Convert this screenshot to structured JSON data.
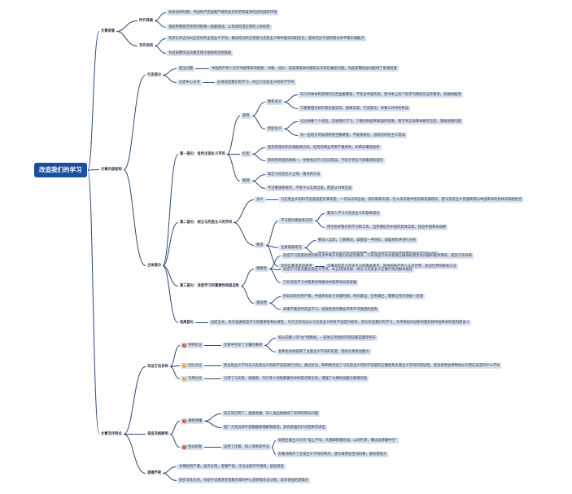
{
  "root": "改造我们的学习",
  "colors": {
    "edge": "#2d4a72",
    "root_bg": "#1b4f9c",
    "node_bg": "#d6e0ee",
    "badge_red": "#e0413a",
    "badge_orange": "#f0a030"
  },
  "l1": {
    "background": "文章背景",
    "content": "文章内容结构",
    "features": "文章写作特点"
  },
  "bg": {
    "era": "时代背景",
    "era_1": "抗日战争时期，中国共产党面临严峻的战争形势和复杂的国内国际环境",
    "era_2": "张国焘叛变后党的团结统一面临挑战，以及如何适应新的斗争形势",
    "purpose": "写作目的",
    "purpose_1": "毛泽东同志为纠正党内的主观主义学风，推动党员和全党把马克思主义和中国实际相结合，提高党员干部的理论水平和实践能力",
    "purpose_2": "为延安整风运动奠定理论基础和思想基础"
  },
  "intro": {
    "label": "引言部分",
    "thesis": "提出问题",
    "thesis_text": "中国共产党人对于中国革命的性质、对象、动力、前途等基本问题的认识存在偏差问题，为延安整风运动提供了思想前提",
    "core": "论述中心论点",
    "core_text": "必须改造我们的学习，树立马克思主义的科学学风"
  },
  "body": {
    "label": "主体部分",
    "p1": {
      "label": "第一部分：批判主观主义学风",
      "phen": "表现",
      "phen_a": "教条主义",
      "phen_a_1": "对马列本本和苏联的东西生搬硬套，不结合中国实际，把书本上的个别字句和结论当作教条，机械地搬用",
      "phen_a_2": "只看重理论知识而忽视实际，脱离实际，空谈理论，导致工作中的失误",
      "phen_b": "经验主义",
      "phen_b_1": "过分依赖个人经验，忽视理论学习，只看到局部和表面的现象，看不到全局和本质的东西，狭隘地看问题",
      "phen_b_2": "对一些地方的局部经验生搬硬套，不能系统化，容易犯经验主义错误",
      "harm": "危害",
      "harm_1": "使党的理论和实践脱离实际，给党的事业带来严重损失，如革命遭受挫折",
      "harm_2": "影响党的团结和统一，导致党员学习方向错误，不利于党员干部素质的提升",
      "cause": "根源",
      "cause_1": "缺乏马克思主义立场、观点和方法",
      "cause_2": "不注重调查研究，不善于从实际出发，而是从书本出发"
    },
    "p2": {
      "label": "第二部分：树立马克思主义的学风",
      "def": "含义",
      "def_text": "马克思主义的科学态度就是实事求是，一切从实际出发，理论联系实际，在斗争实践中检验和发展理论，把马克思主义普遍真理与中国革命的具体实践相结合",
      "imp": "要求",
      "imp_a": "学习理论要联系实际",
      "imp_a_1": "要深入学习马克思主义的基本理论",
      "imp_a_2": "用于指导我们的学习和工作，当然要结合中国的具体实际，找出中国革命规律",
      "imp_b": "注重调查研究",
      "imp_b_1": "要深入实际，了解情况，掌握第一手材料，获取材料并进行分析",
      "imp_b_2": "要善于从群众中获取材料和智慧，把群众的实践经验和智慧综合起来进行分析",
      "imp_c": "坚持实事求是的观点",
      "imp_c_1": "实事求是是马克思主义的根本观点，是中国共产党人认识世界、改造世界的根本方法"
    },
    "p3": {
      "label": "第三部分：改造学习的重要性和紧迫性",
      "imp": "重要性",
      "imp_1": "改造学习是提高党的理论水平和工作能力的必然要求，只有改造学风才能够正确地处理党内问题和复杂情况，提高工作效率",
      "imp_2": "改造学习是克服主观主义学风、纠正错误思想、树立马克思主义正确学风的根本途径",
      "imp_3": "只有改造学习才能更好地推动中国革命向前发展",
      "urg": "紧迫性",
      "urg_1": "抗日战争形势严峻，中国革命处于关键时期，时间紧迫、任务艰巨，需要全党尽快统一思想",
      "urg_2": "如果不能及时改造学习，就会给党的事业带来不可挽回的损失"
    }
  },
  "ending": {
    "label": "结尾部分",
    "text": "总结全文，再次强调改造学习的重要性和必要性，号召全党同志以马克思主义的科学态度为指导，努力改造我们的学习，为夺取抗日战争的胜利和中国革命的胜利而奋斗"
  },
  "feat": {
    "arg": {
      "label": "论证方法多样",
      "a": "举例论证",
      "a_num": "1",
      "a_text": "文章中列举了大量的事例",
      "a_1": "如从前蒙人的\"左\"倾路线、一些地方党组织的错误都是典型例子",
      "a_2": "具体生动地说明了主观主义学风的危害，使论证更具说服力",
      "b": "对比论证",
      "b_num": "2",
      "b_text": "把主观主义学风与马克思主义的科学态度进行对比，通过对比，鲜明地突出了马克思主义的科学态度的正确性和主观主义学风的错误性，使读者更加清晰地认识到应该坚持什么学风",
      "c": "引用论证",
      "c_num": "3",
      "c_text": "引用了马克思、恩格斯、列宁等人的经典著作中的观点和论述，增强了文章的说服力和理论性"
    },
    "lang": {
      "label": "语言风格鲜明",
      "a": "通俗易懂",
      "a_num": "1",
      "a_1": "语言简洁明了，通俗易懂，深入浅出地阐述了深刻的理论问题",
      "a_2": "使广大党员和干部都能够理解和接受，具有很强的针对性和可读性",
      "b": "生动形象",
      "b_num": "2",
      "b_text": "运用了比喻、拟人等修辞手法",
      "b_1": "如把主观主义比作\"墙上芦苇，头重脚轻根底浅；山间竹笋，嘴尖皮厚腹中空\"",
      "b_2": "形象地揭示了主观主义学风的特点，使文章更加生动形象，富有感染力"
    },
    "logic": {
      "label": "逻辑严密",
      "a": "文章结构严谨，层次分明，逻辑严密，论证过程环环相扣，层层递进",
      "b": "逐步深化论述，有助于读者逐步理解文章的中心思想和论证过程，具有很强的逻辑力"
    }
  }
}
